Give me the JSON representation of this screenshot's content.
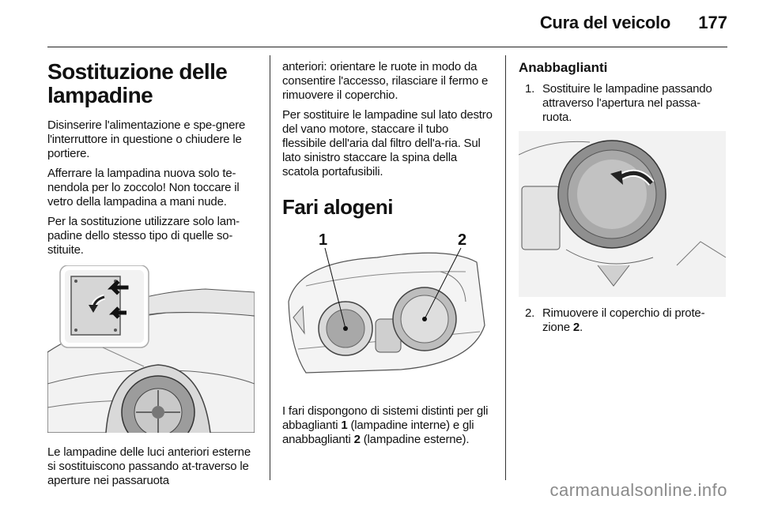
{
  "header": {
    "title": "Cura del veicolo",
    "page_number": "177"
  },
  "col1": {
    "heading": "Sostituzione delle lampadine",
    "paragraphs": [
      "Disinserire l'alimentazione e spe-gnere l'interruttore in questione o chiudere le portiere.",
      "Afferrare la lampadina nuova solo te-nendola per lo zoccolo! Non toccare il vetro della lampadina a mani nude.",
      "Per la sostituzione utilizzare solo lam-padine dello stesso tipo di quelle so-stituite."
    ],
    "after_figure": "Le lampadine delle luci anteriori esterne si sostituiscono passando at-traverso le aperture nei passaruota"
  },
  "col2": {
    "continuation": [
      "anteriori: orientare le ruote in modo da consentire l'accesso, rilasciare il fermo e rimuovere il coperchio.",
      "Per sostituire le lampadine sul lato destro del vano motore, staccare il tubo flessibile dell'aria dal filtro dell'a-ria. Sul lato sinistro staccare la spina della scatola portafusibili."
    ],
    "heading": "Fari alogeni",
    "figure_labels": {
      "label_1": "1",
      "label_2": "2"
    },
    "after_figure": {
      "part1": "I fari dispongono di sistemi distinti per gli abbaglianti ",
      "bold1": "1",
      "part2": " (lampadine interne) e gli anabbaglianti ",
      "bold2": "2",
      "part3": " (lampadine esterne)."
    }
  },
  "col3": {
    "subheading": "Anabbaglianti",
    "step1": {
      "num": "1.",
      "text": "Sostituire le lampadine passando attraverso l'apertura nel passa-ruota."
    },
    "step2": {
      "num": "2.",
      "text_before": "Rimuovere il coperchio di prote-zione ",
      "bold": "2",
      "text_after": "."
    }
  },
  "watermark": "carmanualsonline.info"
}
